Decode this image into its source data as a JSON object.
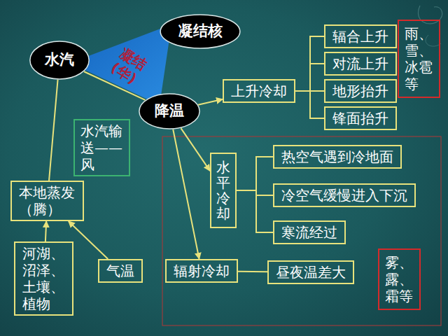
{
  "diagram": {
    "nodes": [
      {
        "text": [
          "水汽"
        ]
      },
      {
        "text": [
          "凝结核"
        ]
      },
      {
        "text": [
          "降温"
        ]
      },
      {
        "text": [
          "凝结(华)"
        ]
      },
      {
        "text": [
          "上升冷却"
        ]
      },
      {
        "text": [
          "辐合上升"
        ]
      },
      {
        "text": [
          "对流上升"
        ]
      },
      {
        "text": [
          "地形抬升"
        ]
      },
      {
        "text": [
          "锋面抬升"
        ]
      },
      {
        "text": [
          "雨、雪、冰雹等"
        ]
      },
      {
        "text": [
          "水汽输送——风"
        ]
      },
      {
        "text": [
          "本地蒸发（腾）"
        ]
      },
      {
        "text": [
          "河湖、沼泽、土壤、植物"
        ]
      },
      {
        "text": [
          "气温"
        ]
      },
      {
        "text": [
          "水平冷却"
        ]
      },
      {
        "text": [
          "热空气遇到冷地面"
        ]
      },
      {
        "text": [
          "冷空气缓慢进入下沉"
        ]
      },
      {
        "text": [
          "寒流经过"
        ]
      },
      {
        "text": [
          "辐射冷却"
        ]
      },
      {
        "text": [
          "昼夜温差大"
        ]
      },
      {
        "text": [
          "雾、露、霜等"
        ]
      }
    ],
    "edges": [
      {
        "from": 0,
        "to": 11,
        "arrow": "none"
      },
      {
        "from": 0,
        "to": 2,
        "arrow": "none"
      },
      {
        "from": 2,
        "to": 4,
        "arrow": "to"
      },
      {
        "from": 4,
        "to": 5,
        "arrow": "none"
      },
      {
        "from": 4,
        "to": 6,
        "arrow": "none"
      },
      {
        "from": 4,
        "to": 7,
        "arrow": "none"
      },
      {
        "from": 4,
        "to": 8,
        "arrow": "none"
      },
      {
        "from": 2,
        "to": 14,
        "arrow": "to"
      },
      {
        "from": 14,
        "to": 15,
        "arrow": "none"
      },
      {
        "from": 14,
        "to": 16,
        "arrow": "none"
      },
      {
        "from": 14,
        "to": 17,
        "arrow": "none"
      },
      {
        "from": 2,
        "to": 18,
        "arrow": "to"
      },
      {
        "from": 18,
        "to": 19,
        "arrow": "none"
      },
      {
        "from": 12,
        "to": 11,
        "arrow": "to"
      },
      {
        "from": 13,
        "to": 11,
        "arrow": "to"
      }
    ]
  }
}
